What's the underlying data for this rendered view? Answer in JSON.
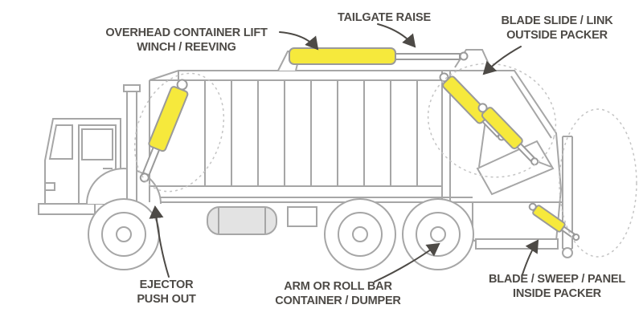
{
  "diagram": {
    "labels": {
      "overhead": {
        "line1": "OVERHEAD CONTAINER LIFT",
        "line2": "WINCH / REEVING"
      },
      "tailgate": {
        "line1": "TAILGATE RAISE"
      },
      "blade_slide": {
        "line1": "BLADE SLIDE / LINK",
        "line2": "OUTSIDE PACKER"
      },
      "ejector": {
        "line1": "EJECTOR",
        "line2": "PUSH OUT"
      },
      "arm": {
        "line1": "ARM OR ROLL BAR",
        "line2": "CONTAINER / DUMPER"
      },
      "inside_packer": {
        "line1": "BLADE / SWEEP / PANEL",
        "line2": "INSIDE PACKER"
      }
    },
    "colors": {
      "highlight": "#f6e93c",
      "line_art": "#a6a6a6",
      "label_text": "#4d4a46",
      "background": "#ffffff"
    }
  }
}
